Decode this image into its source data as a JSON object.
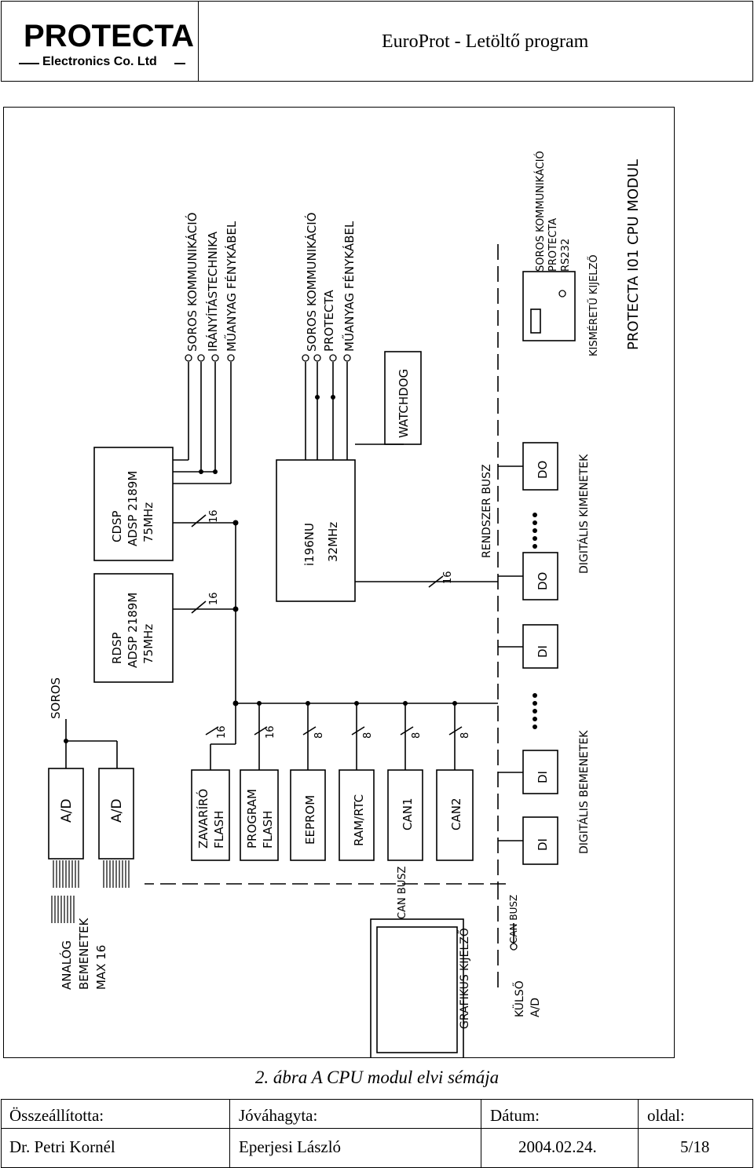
{
  "header": {
    "logo_main": "PROTECTA",
    "logo_sub": "Electronics Co. Ltd",
    "title": "EuroProt - Letöltő program"
  },
  "diagram": {
    "rdsp": [
      "RDSP",
      "ADSP 2189M",
      "75MHz"
    ],
    "cdsp": [
      "CDSP",
      "ADSP 2189M",
      "75MHz"
    ],
    "cpu": [
      "i196NU",
      "32MHz"
    ],
    "watchdog": "WATCHDOG",
    "soros": "SOROS",
    "ad": "A/D",
    "analog_inputs": [
      "ANALÓG",
      "BEMENETEK",
      "MAX 16"
    ],
    "zavariro": [
      "ZAVARÍRÓ",
      "FLASH"
    ],
    "program_flash": [
      "PROGRAM",
      "FLASH"
    ],
    "eeprom": "EEPROM",
    "ram_rtc": "RAM/RTC",
    "can1": "CAN1",
    "can2": "CAN2",
    "can_busz": "CAN BUSZ",
    "grafikus": "GRAFIKUS KIJELZŐ",
    "kulso": [
      "KÜLSŐ",
      "A/D"
    ],
    "bus_widths": [
      "16",
      "16",
      "8",
      "8",
      "8",
      "8",
      "16",
      "16",
      "16"
    ],
    "dsp_comm": [
      "SOROS KOMMUNIKÁCIÓ",
      "IRÁNYÍTÁSTECHNIKA",
      "MŰANYAG FÉNYKÁBEL"
    ],
    "cpu_comm": [
      "SOROS KOMMUNIKÁCIÓ",
      "PROTECTA",
      "MŰANYAG FÉNYKÁBEL"
    ],
    "rendszer_busz": "RENDSZER BUSZ",
    "di": "DI",
    "do": "DO",
    "digitalis_bemenetek": "DIGITÁLIS BEMENETEK",
    "digitalis_kimenetek": "DIGITÁLIS KIMENETEK",
    "kismeretu": "KISMÉRETŰ KIJELZŐ",
    "rs232": [
      "SOROS KOMMUNIKÁCIÓ",
      "PROTECTA",
      "RS232"
    ],
    "module_title": "PROTECTA I01 CPU MODUL"
  },
  "caption": "2. ábra A CPU modul elvi sémája",
  "footer": {
    "compiled_label": "Összeállította:",
    "approved_label": "Jóváhagyta:",
    "date_label": "Dátum:",
    "page_label": "oldal:",
    "compiled_value": "Dr. Petri Kornél",
    "approved_value": "Eperjesi László",
    "date_value": "2004.02.24.",
    "page_value": "5/18"
  }
}
